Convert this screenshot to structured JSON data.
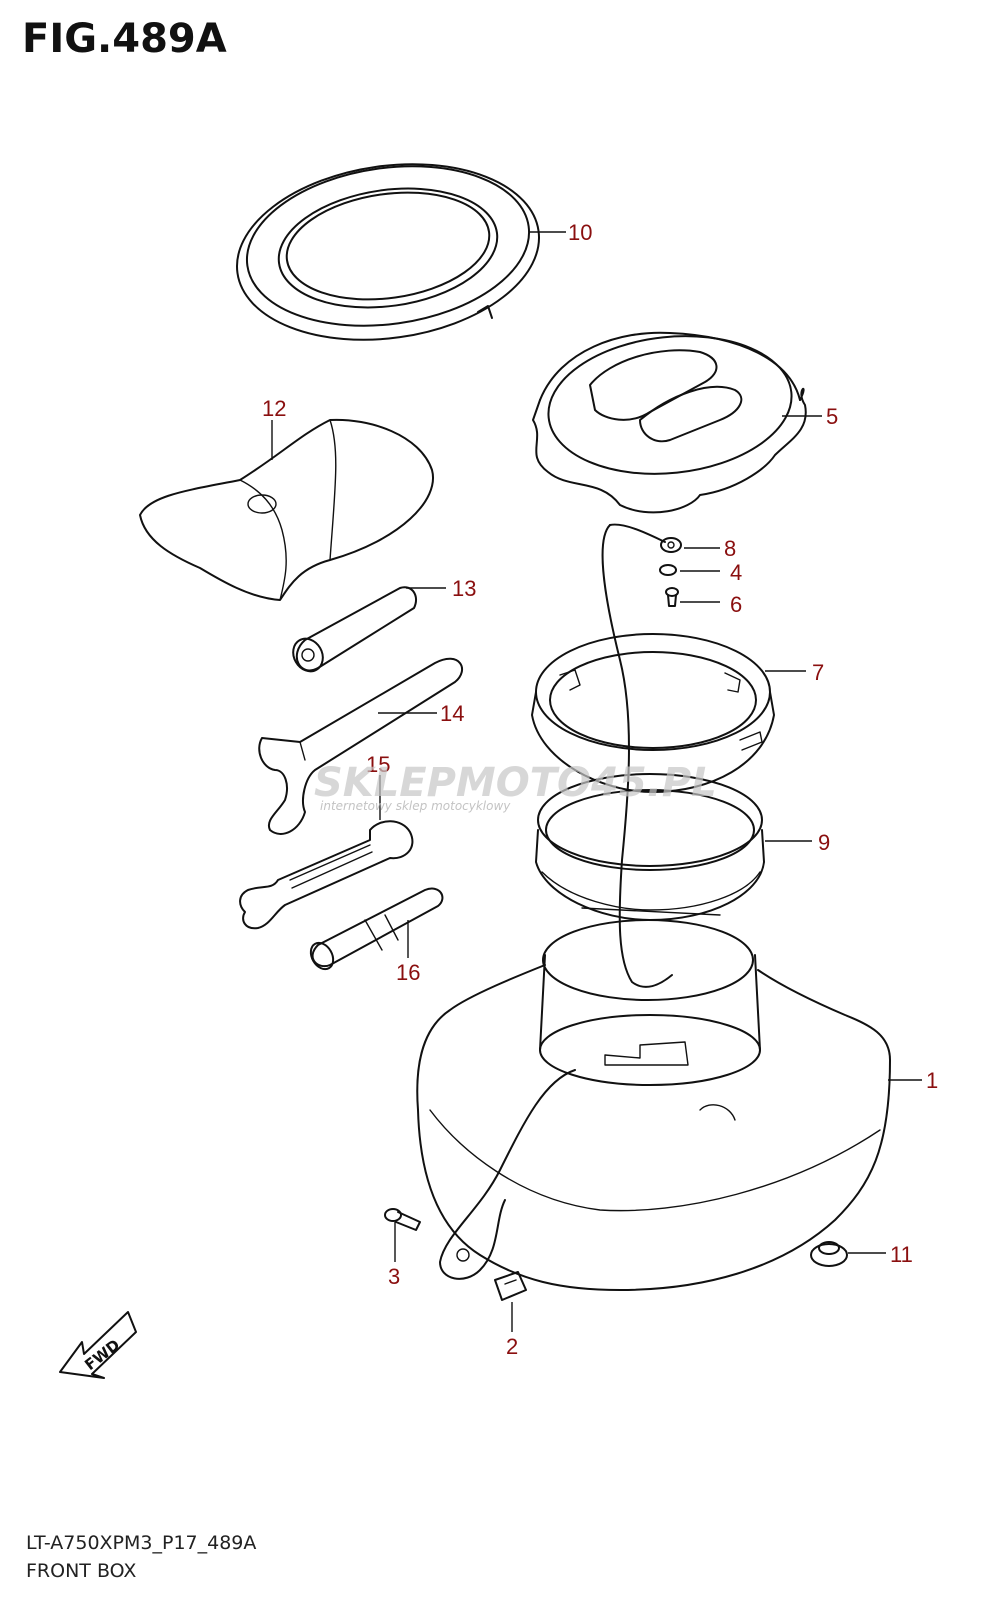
{
  "figure_title": "FIG.489A",
  "footer": {
    "code": "LT-A750XPM3_P17_489A",
    "name": "FRONT BOX"
  },
  "watermark": {
    "brand": "SKLEPMOTO45.PL",
    "tagline": "internetowy sklep motocyklowy"
  },
  "fwd_label": "FWD",
  "parts": [
    {
      "id": "p10",
      "number": "10"
    },
    {
      "id": "p5",
      "number": "5"
    },
    {
      "id": "p12",
      "number": "12"
    },
    {
      "id": "p8",
      "number": "8"
    },
    {
      "id": "p4",
      "number": "4"
    },
    {
      "id": "p13",
      "number": "13"
    },
    {
      "id": "p6",
      "number": "6"
    },
    {
      "id": "p7",
      "number": "7"
    },
    {
      "id": "p14",
      "number": "14"
    },
    {
      "id": "p15",
      "number": "15"
    },
    {
      "id": "p9",
      "number": "9"
    },
    {
      "id": "p16",
      "number": "16"
    },
    {
      "id": "p1",
      "number": "1"
    },
    {
      "id": "p11",
      "number": "11"
    },
    {
      "id": "p3",
      "number": "3"
    },
    {
      "id": "p2",
      "number": "2"
    }
  ]
}
